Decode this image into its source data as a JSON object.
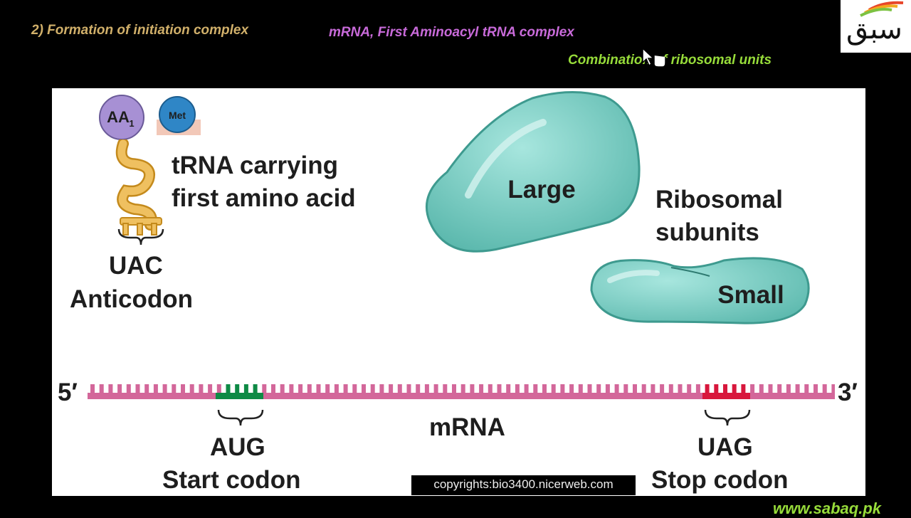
{
  "header": {
    "title": "2) Formation of initiation complex",
    "note_mrna": "mRNA, First Aminoacyl tRNA complex",
    "note_ribosome": "Combination of ribosomal units"
  },
  "logo": {
    "text": "سبق"
  },
  "diagram": {
    "aa_label": "AA",
    "aa_subscript": "1",
    "met_label": "Met",
    "trna_label_line1": "tRNA carrying",
    "trna_label_line2": "first amino acid",
    "anticodon_seq": "UAC",
    "anticodon_label": "Anticodon",
    "large_label": "Large",
    "small_label": "Small",
    "ribosomal_line1": "Ribosomal",
    "ribosomal_line2": "subunits",
    "five_prime": "5′",
    "three_prime": "3′",
    "mrna_label": "mRNA",
    "start_seq": "AUG",
    "start_label": "Start codon",
    "stop_seq": "UAG",
    "stop_label": "Stop codon",
    "colors": {
      "mrna": "#d3679a",
      "start": "#0e8a45",
      "stop": "#d8173c",
      "ribosome": "#7fd0c6",
      "trna": "#e9b84b"
    }
  },
  "footer": {
    "copyright": "copyrights:bio3400.nicerweb.com",
    "website": "www.sabaq.pk"
  }
}
